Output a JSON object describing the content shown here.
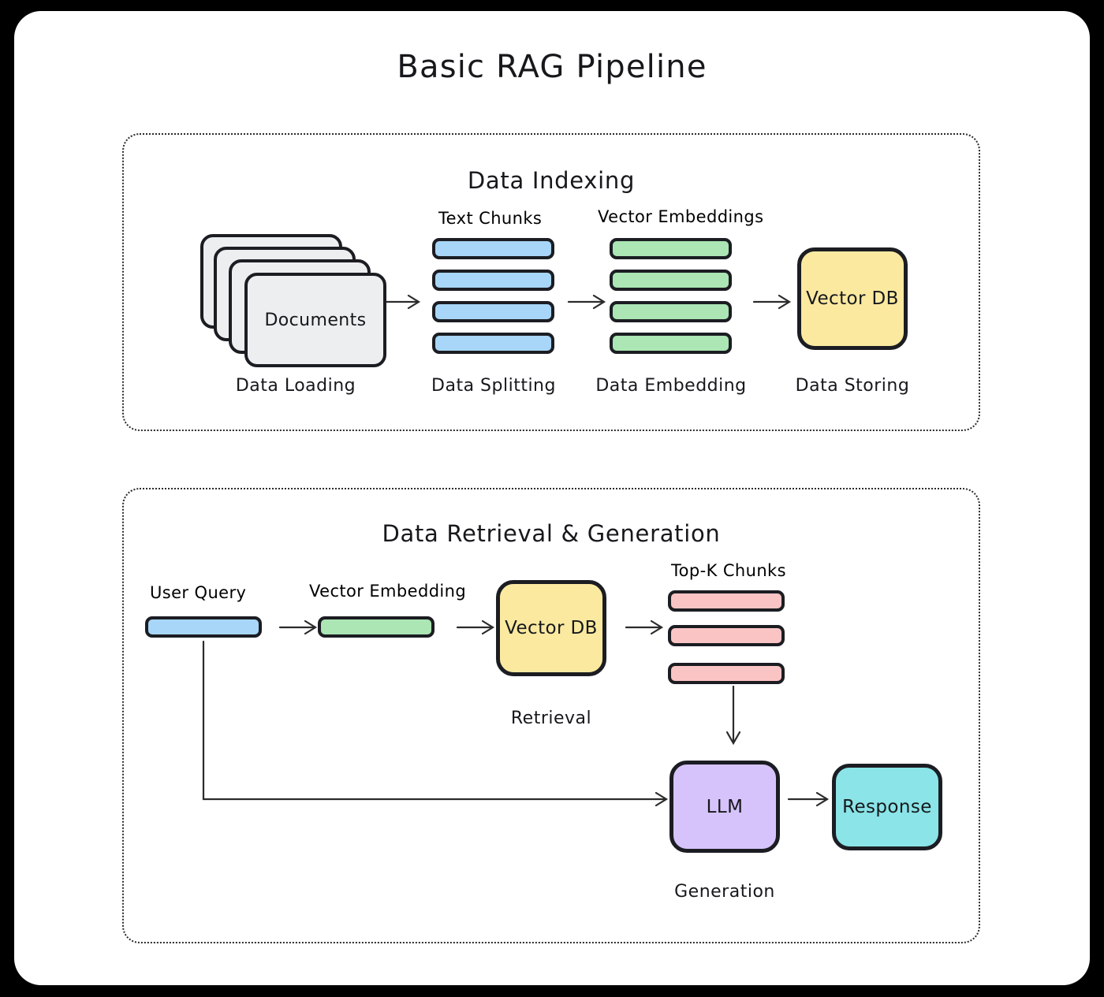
{
  "page": {
    "title": "Basic RAG Pipeline",
    "background_color": "#000000",
    "canvas_color": "#ffffff"
  },
  "colors": {
    "blue_bar": "#a8d6f8",
    "green_bar": "#abe6b4",
    "pink_bar": "#fbc4c4",
    "yellow_box": "#fbe9a0",
    "purple_box": "#d7c3fb",
    "cyan_box": "#8ae4e8",
    "document_card": "#eceef0",
    "label_blue": "#1f6fd0",
    "label_green": "#179544",
    "label_red": "#e03b3b",
    "stroke": "#1b1d22"
  },
  "sections": [
    {
      "id": "data-indexing",
      "title": "Data Indexing",
      "stages": [
        {
          "id": "data-loading",
          "caption": "Data Loading",
          "node_label": "Documents",
          "node_type": "document-stack",
          "card_count": 4
        },
        {
          "id": "data-splitting",
          "caption": "Data Splitting",
          "group_label": "Text Chunks",
          "group_label_color": "#1f6fd0",
          "bar_count": 4,
          "bar_color": "#a8d6f8"
        },
        {
          "id": "data-embedding",
          "caption": "Data Embedding",
          "group_label": "Vector Embeddings",
          "group_label_color": "#179544",
          "bar_count": 4,
          "bar_color": "#abe6b4"
        },
        {
          "id": "data-storing",
          "caption": "Data Storing",
          "node_label": "Vector DB",
          "node_type": "rounded-box",
          "node_color": "#fbe9a0"
        }
      ]
    },
    {
      "id": "data-retrieval-generation",
      "title": "Data Retrieval & Generation",
      "stages": [
        {
          "id": "user-query",
          "group_label": "User Query",
          "group_label_color": "#1f6fd0",
          "bar_count": 1,
          "bar_color": "#a8d6f8"
        },
        {
          "id": "vector-embedding",
          "group_label": "Vector Embedding",
          "group_label_color": "#179544",
          "bar_count": 1,
          "bar_color": "#abe6b4"
        },
        {
          "id": "retrieval",
          "caption": "Retrieval",
          "node_label": "Vector DB",
          "node_type": "rounded-box",
          "node_color": "#fbe9a0"
        },
        {
          "id": "top-k-chunks",
          "group_label": "Top-K Chunks",
          "group_label_color": "#e03b3b",
          "bar_count": 3,
          "bar_color": "#fbc4c4"
        },
        {
          "id": "generation",
          "caption": "Generation",
          "node_label": "LLM",
          "node_type": "rounded-box",
          "node_color": "#d7c3fb"
        },
        {
          "id": "response",
          "node_label": "Response",
          "node_type": "rounded-box",
          "node_color": "#8ae4e8"
        }
      ]
    }
  ],
  "labels": {
    "documents": "Documents",
    "text_chunks": "Text Chunks",
    "vector_embeddings": "Vector Embeddings",
    "vector_db_indexing": "Vector DB",
    "data_loading": "Data Loading",
    "data_splitting": "Data Splitting",
    "data_embedding": "Data Embedding",
    "data_storing": "Data Storing",
    "user_query": "User Query",
    "vector_embedding": "Vector Embedding",
    "vector_db_retrieval": "Vector DB",
    "top_k_chunks": "Top-K Chunks",
    "retrieval": "Retrieval",
    "llm": "LLM",
    "response": "Response",
    "generation": "Generation",
    "indexing_title": "Data Indexing",
    "retrieval_title": "Data Retrieval & Generation"
  }
}
